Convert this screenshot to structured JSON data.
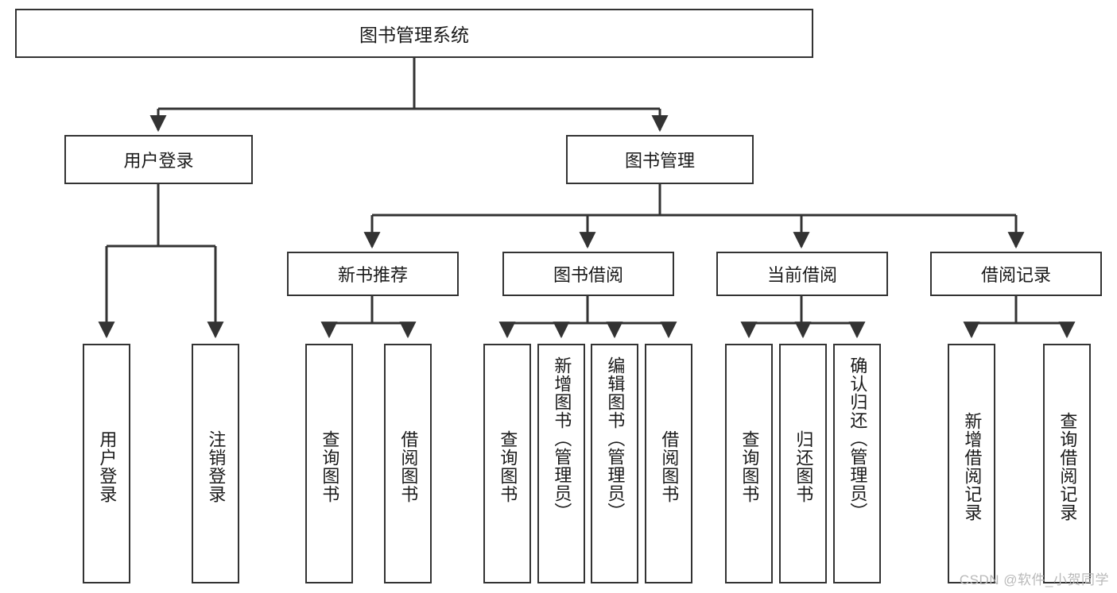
{
  "diagram": {
    "title": "图书管理系统",
    "watermark": "CSDN @软件_小贺同学",
    "colors": {
      "box_border": "#333333",
      "box_fill": "#ffffff",
      "edge": "#333333",
      "text": "#1a1a1a",
      "watermark": "#b9b9b9"
    },
    "root": {
      "label": "图书管理系统"
    },
    "level2": [
      {
        "id": "user-login",
        "label": "用户登录"
      },
      {
        "id": "book-management",
        "label": "图书管理"
      }
    ],
    "level3": [
      {
        "id": "new-book-recommend",
        "label": "新书推荐"
      },
      {
        "id": "book-borrow",
        "label": "图书借阅"
      },
      {
        "id": "current-borrow",
        "label": "当前借阅"
      },
      {
        "id": "borrow-record",
        "label": "借阅记录"
      }
    ],
    "leaves": {
      "user_login": [
        {
          "id": "leaf-user-login",
          "label": "用户登录"
        },
        {
          "id": "leaf-logout-login",
          "label": "注销登录"
        }
      ],
      "new_book_recommend": [
        {
          "id": "leaf-query-book-1",
          "label": "查询图书"
        },
        {
          "id": "leaf-borrow-book-1",
          "label": "借阅图书"
        }
      ],
      "book_borrow": [
        {
          "id": "leaf-query-book-2",
          "label": "查询图书"
        },
        {
          "id": "leaf-add-book",
          "label": "新增图书（管理员）"
        },
        {
          "id": "leaf-edit-book",
          "label": "编辑图书（管理员）"
        },
        {
          "id": "leaf-borrow-book-2",
          "label": "借阅图书"
        }
      ],
      "current_borrow": [
        {
          "id": "leaf-query-book-3",
          "label": "查询图书"
        },
        {
          "id": "leaf-return-book",
          "label": "归还图书"
        },
        {
          "id": "leaf-confirm-return",
          "label": "确认归还（管理员）"
        }
      ],
      "borrow_record": [
        {
          "id": "leaf-add-record",
          "label": "新增借阅记录"
        },
        {
          "id": "leaf-query-record",
          "label": "查询借阅记录"
        }
      ]
    }
  }
}
